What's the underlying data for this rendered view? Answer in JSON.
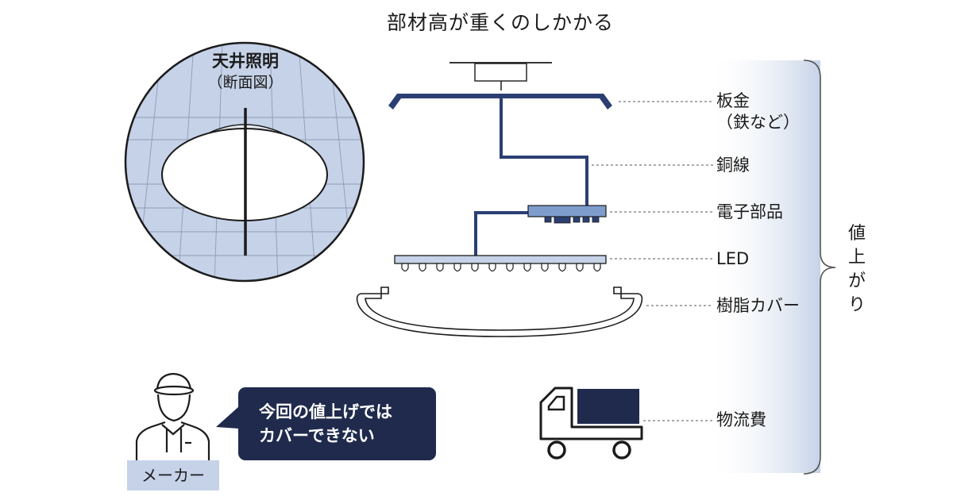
{
  "title": "部材高が重くのしかかる",
  "cross_section": {
    "title": "天井照明",
    "subtitle": "（断面図）"
  },
  "components": [
    {
      "id": "sheet-metal",
      "label_lines": [
        "板金",
        "（鉄など）"
      ]
    },
    {
      "id": "copper-wire",
      "label_lines": [
        "銅線"
      ]
    },
    {
      "id": "electronic-parts",
      "label_lines": [
        "電子部品"
      ]
    },
    {
      "id": "led",
      "label_lines": [
        "LED"
      ]
    },
    {
      "id": "resin-cover",
      "label_lines": [
        "樹脂カバー"
      ]
    },
    {
      "id": "logistics-cost",
      "label_lines": [
        "物流費"
      ]
    }
  ],
  "bracket_label": [
    "値",
    "上",
    "が",
    "り"
  ],
  "speech_bubble": "今回の値上げでは\nカバーできない",
  "maker_label": "メーカー",
  "colors": {
    "navy": "#2b3f73",
    "light_blue": "#c5d2e8",
    "dark_navy": "#1f2a4d",
    "gray_line": "#555555"
  }
}
